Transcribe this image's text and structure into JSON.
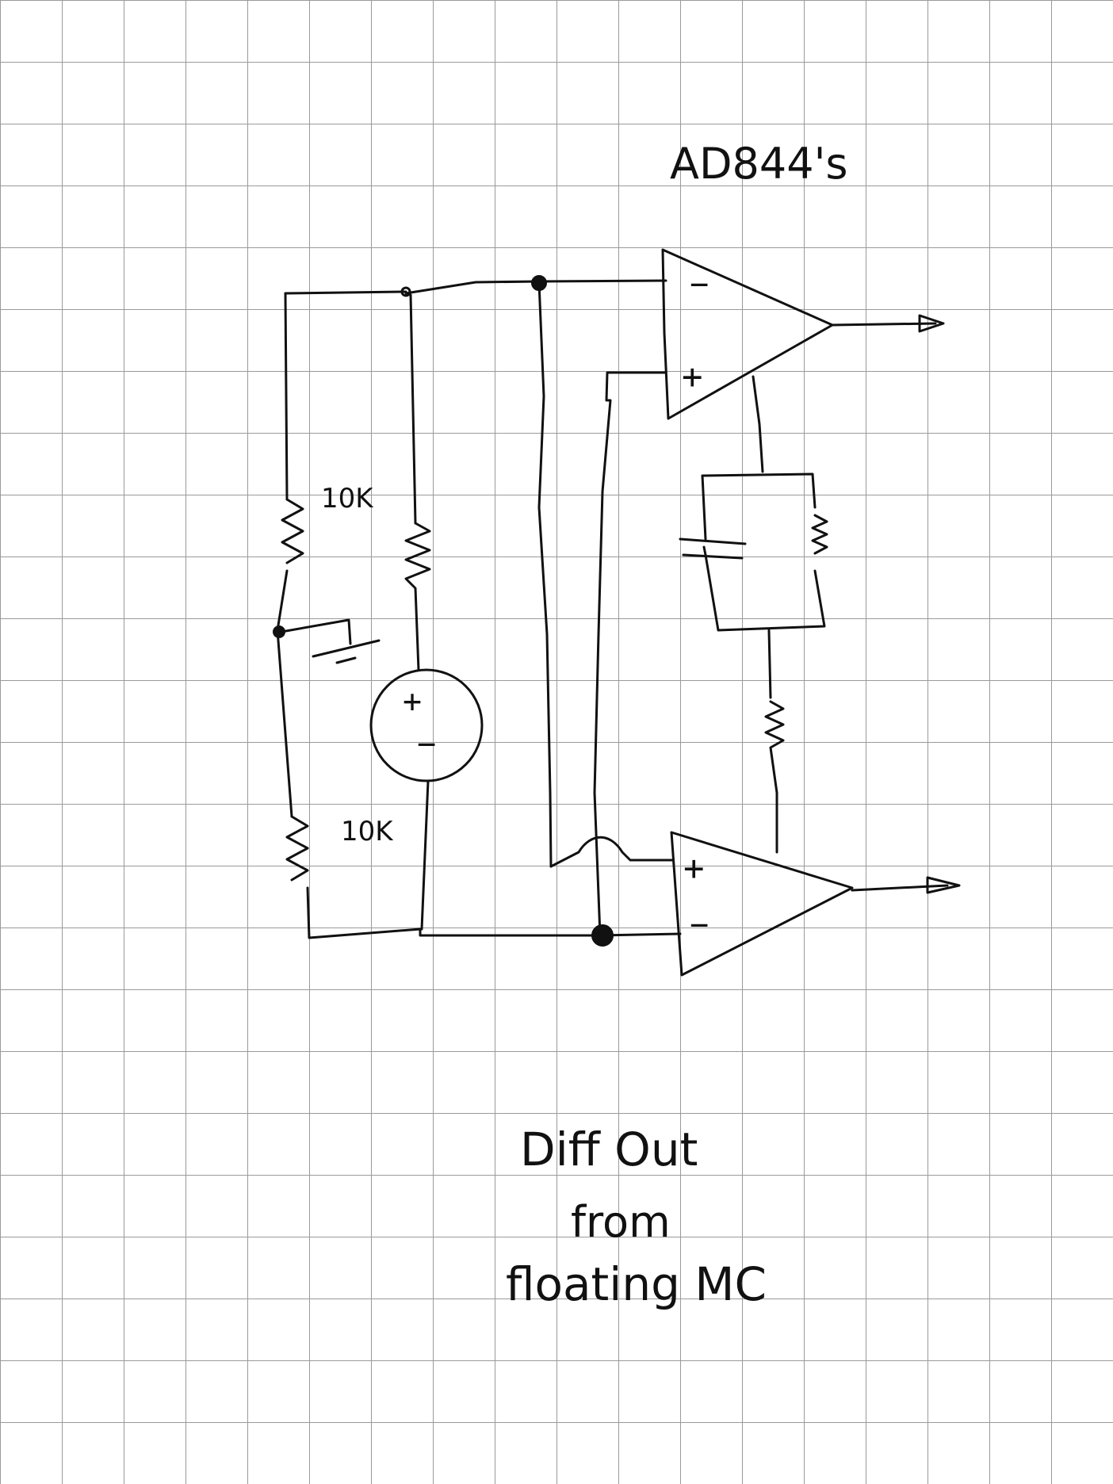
{
  "diagram": {
    "title": "AD844's",
    "resistor_top_label": "10K",
    "resistor_bottom_label": "10K",
    "source_plus": "+",
    "source_minus": "−",
    "opamp_top_inverting": "−",
    "opamp_top_noninverting": "+",
    "opamp_bottom_noninverting": "+",
    "opamp_bottom_inverting": "−",
    "caption_line1": "Diff Out",
    "caption_line2": "from",
    "caption_line3": "floating MC"
  }
}
